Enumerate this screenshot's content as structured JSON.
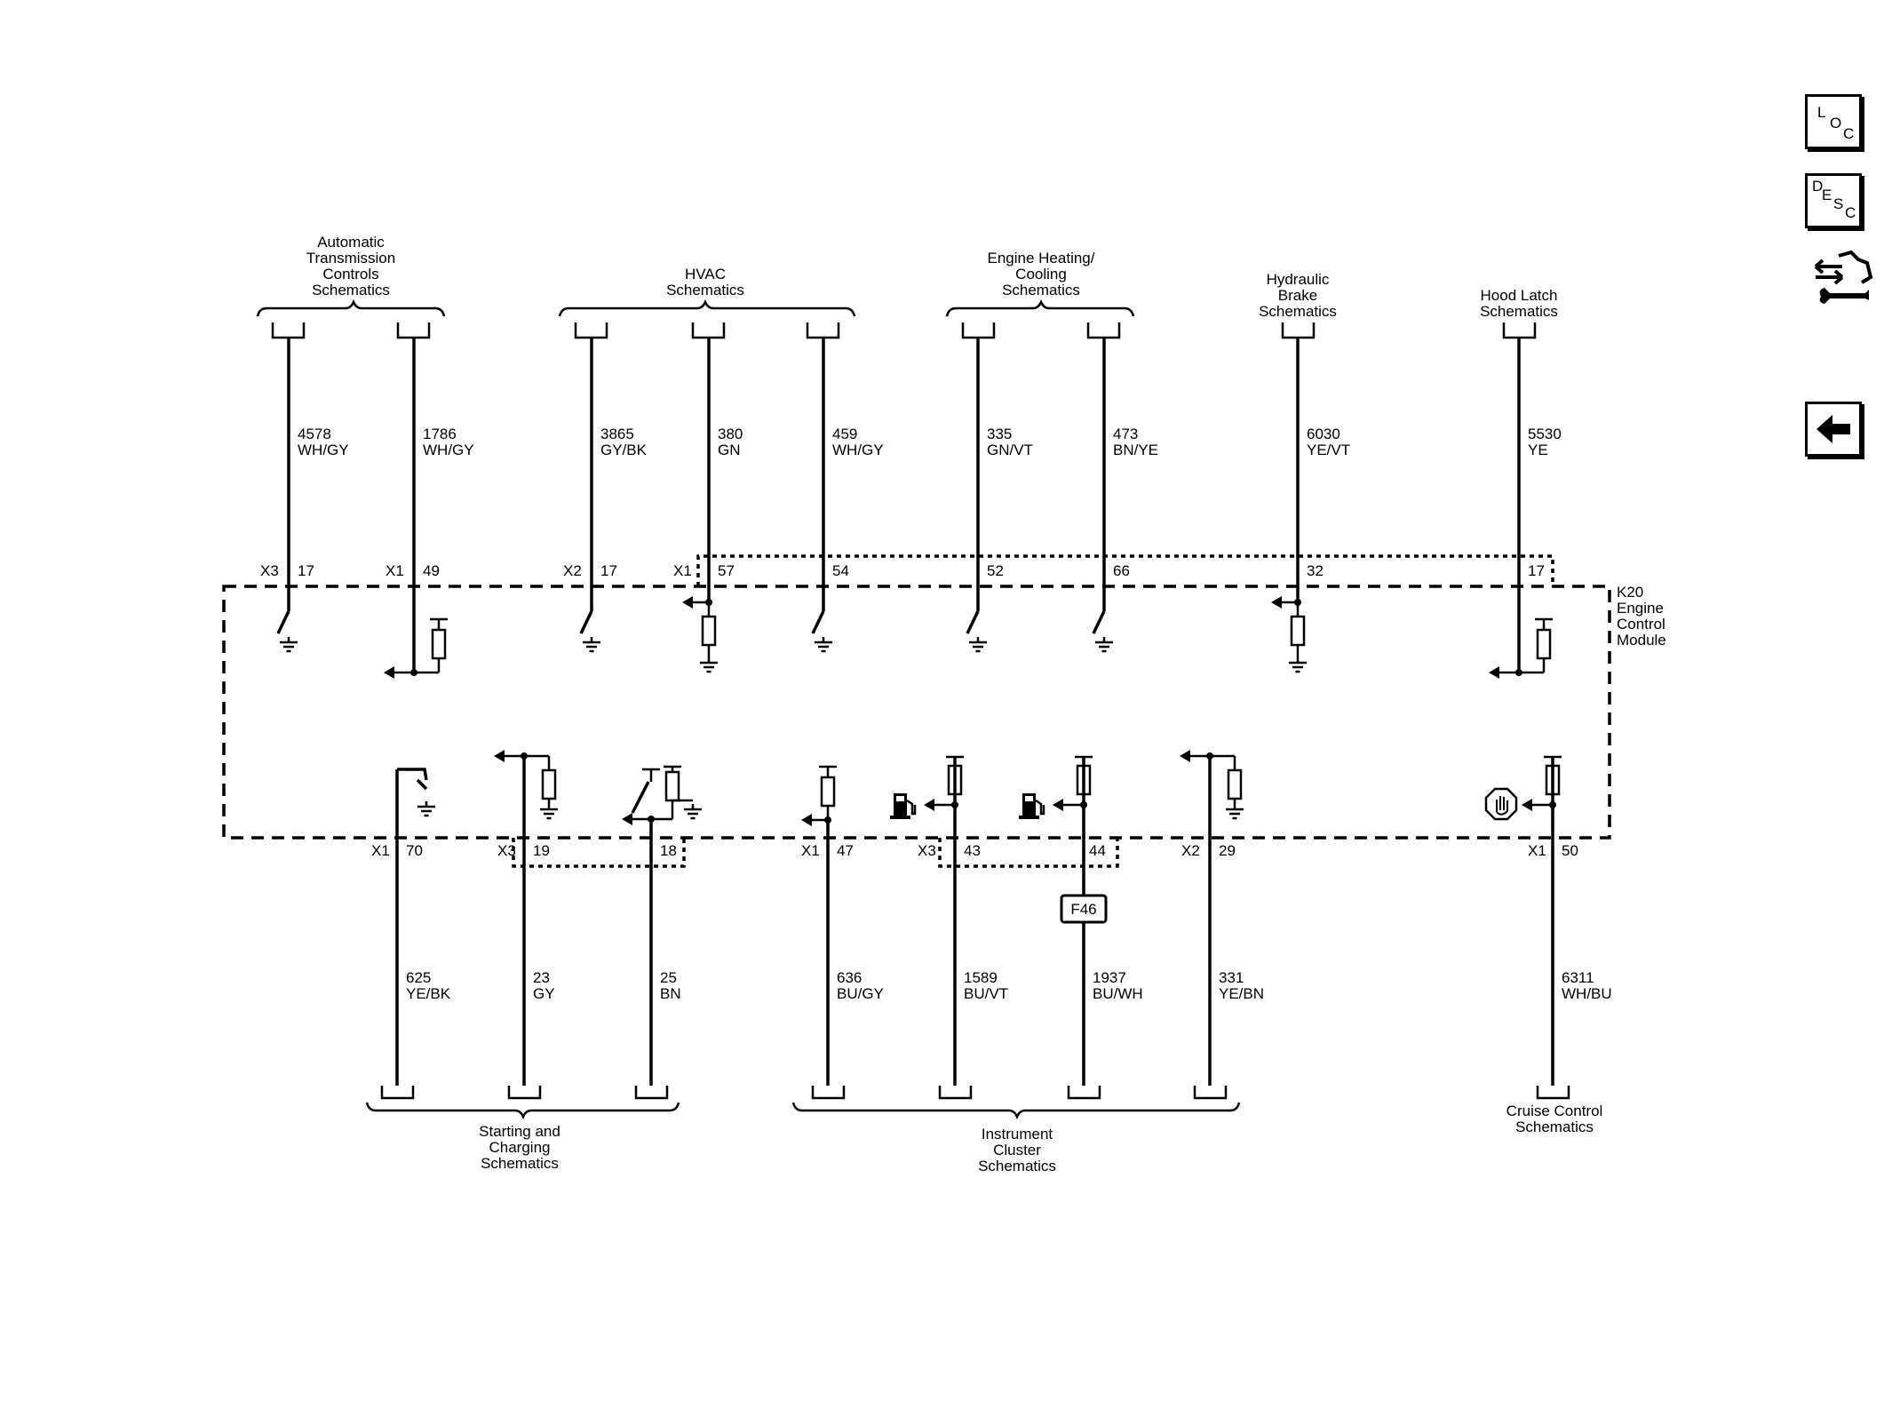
{
  "nav": {
    "loc": [
      "L",
      "O",
      "C"
    ],
    "desc": [
      "D",
      "E",
      "S",
      "C"
    ]
  },
  "module": {
    "name_lines": [
      "K20",
      "Engine",
      "Control",
      "Module"
    ]
  },
  "top_groups": [
    {
      "lines": [
        "Automatic",
        "Transmission",
        "Controls",
        "Schematics"
      ]
    },
    {
      "lines": [
        "HVAC",
        "Schematics"
      ]
    },
    {
      "lines": [
        "Engine Heating/",
        "Cooling",
        "Schematics"
      ]
    },
    {
      "lines": [
        "Hydraulic",
        "Brake",
        "Schematics"
      ]
    },
    {
      "lines": [
        "Hood Latch",
        "Schematics"
      ]
    }
  ],
  "bottom_groups": [
    {
      "lines": [
        "Starting and",
        "Charging",
        "Schematics"
      ]
    },
    {
      "lines": [
        "Instrument",
        "Cluster",
        "Schematics"
      ]
    },
    {
      "lines": [
        "Cruise Control",
        "Schematics"
      ]
    }
  ],
  "top_wires": [
    {
      "circuit": "4578",
      "color": "WH/GY",
      "connector": "X3",
      "pin": "17"
    },
    {
      "circuit": "1786",
      "color": "WH/GY",
      "connector": "X1",
      "pin": "49"
    },
    {
      "circuit": "3865",
      "color": "GY/BK",
      "connector": "X2",
      "pin": "17"
    },
    {
      "circuit": "380",
      "color": "GN",
      "connector": "X1",
      "pin": "57"
    },
    {
      "circuit": "459",
      "color": "WH/GY",
      "connector": "",
      "pin": "54"
    },
    {
      "circuit": "335",
      "color": "GN/VT",
      "connector": "",
      "pin": "52"
    },
    {
      "circuit": "473",
      "color": "BN/YE",
      "connector": "",
      "pin": "66"
    },
    {
      "circuit": "6030",
      "color": "YE/VT",
      "connector": "",
      "pin": "32"
    },
    {
      "circuit": "5530",
      "color": "YE",
      "connector": "",
      "pin": "17"
    }
  ],
  "bottom_wires": [
    {
      "circuit": "625",
      "color": "YE/BK",
      "connector": "X1",
      "pin": "70"
    },
    {
      "circuit": "23",
      "color": "GY",
      "connector": "X3",
      "pin": "19"
    },
    {
      "circuit": "25",
      "color": "BN",
      "connector": "",
      "pin": "18"
    },
    {
      "circuit": "636",
      "color": "BU/GY",
      "connector": "X1",
      "pin": "47"
    },
    {
      "circuit": "1589",
      "color": "BU/VT",
      "connector": "X3",
      "pin": "43"
    },
    {
      "circuit": "1937",
      "color": "BU/WH",
      "connector": "",
      "pin": "44"
    },
    {
      "circuit": "331",
      "color": "YE/BN",
      "connector": "X2",
      "pin": "29"
    },
    {
      "circuit": "6311",
      "color": "WH/BU",
      "connector": "X1",
      "pin": "50"
    }
  ],
  "fuse": {
    "label": "F46"
  }
}
